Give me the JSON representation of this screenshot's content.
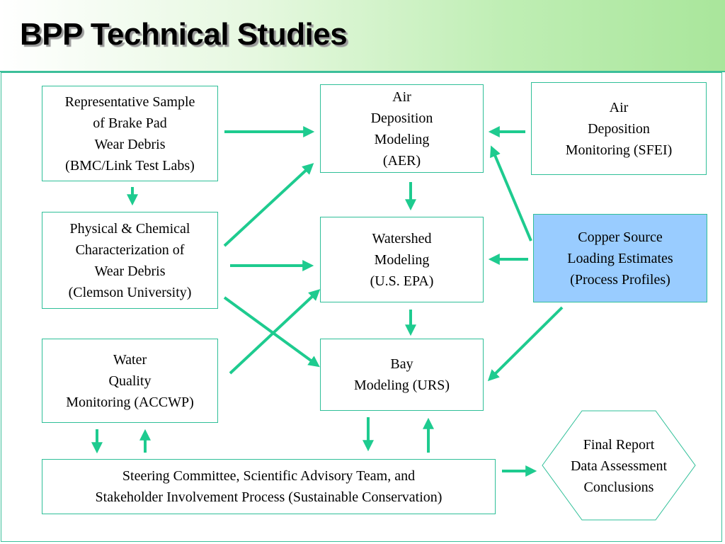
{
  "title": "BPP Technical Studies",
  "colors": {
    "arrow": "#1ecb8f",
    "border": "#2fbf98",
    "highlight_fill": "#99ccff"
  },
  "nodes": {
    "brake_sample": "Representative Sample\nof Brake Pad\nWear Debris\n(BMC/Link Test Labs)",
    "characterization": "Physical & Chemical\nCharacterization of\nWear Debris\n(Clemson University)",
    "water_quality": "Water\nQuality\nMonitoring (ACCWP)",
    "air_modeling": "Air\nDeposition\nModeling\n(AER)",
    "watershed": "Watershed\nModeling\n(U.S. EPA)",
    "bay": "Bay\nModeling (URS)",
    "air_monitoring": "Air\nDeposition\nMonitoring (SFEI)",
    "copper_source": "Copper Source\nLoading Estimates\n(Process Profiles)",
    "steering": "Steering Committee, Scientific Advisory Team, and\nStakeholder Involvement Process (Sustainable Conservation)",
    "final_report": "Final Report\nData Assessment\nConclusions"
  }
}
